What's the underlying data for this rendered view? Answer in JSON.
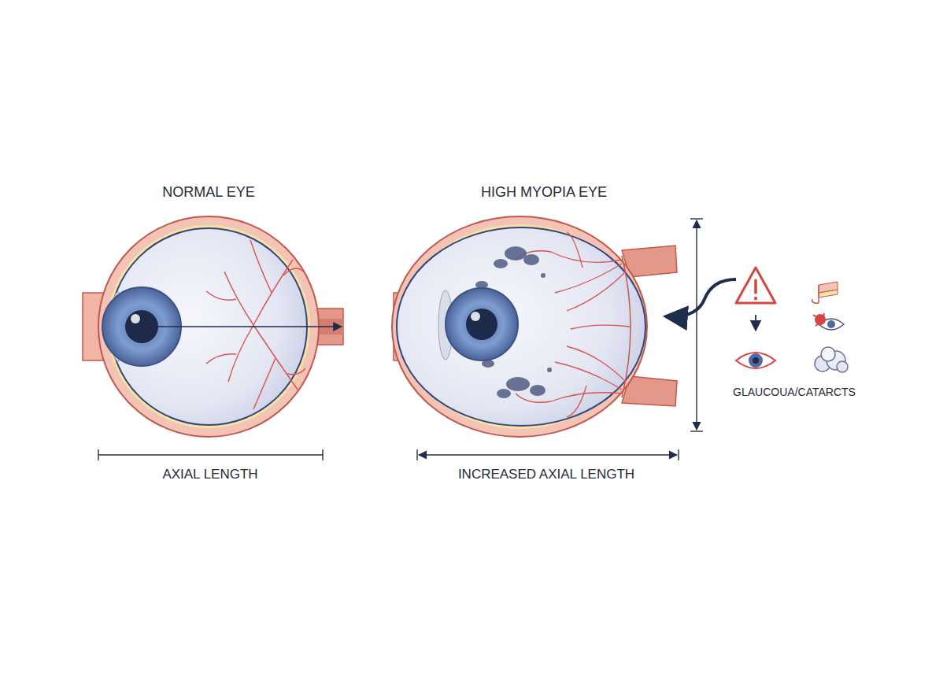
{
  "diagram": {
    "labels": [
      "NORMAL EYE",
      "HIGH MYOPIA EYE",
      "AXIAL LENGTH",
      "INCREASED AXIAL LENGTH",
      "GLAUCOUA/CATARCTS"
    ]
  }
}
